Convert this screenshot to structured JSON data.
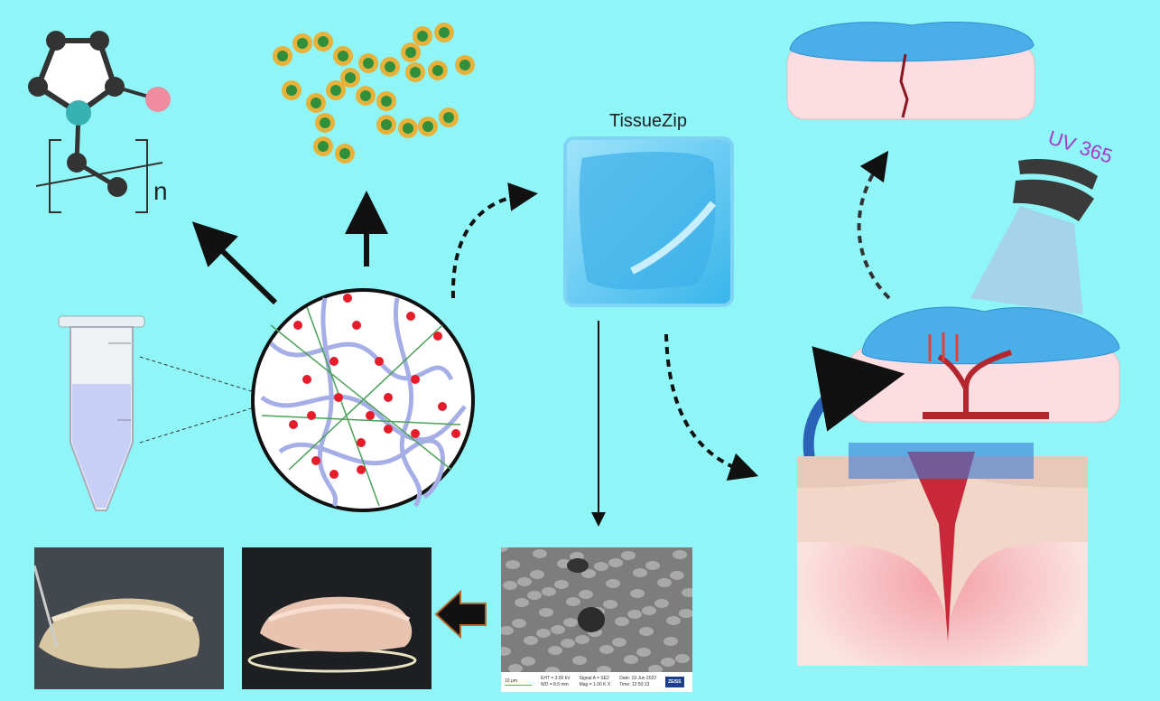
{
  "labels": {
    "product_name": "TissueZip",
    "polymer_repeat": "n",
    "uv_label": "UV 365"
  },
  "sem_info": {
    "scale": "10 µm",
    "eht": "EHT = 3.00 kV",
    "wd": "WD = 8.5 mm",
    "signal": "Signal A = SE2",
    "mag": "Mag = 1.00 K X",
    "date": "Date: 19 Jun 2022",
    "time": "Time: 12:50:13",
    "brand": "ZEISS"
  },
  "colors": {
    "background": "#8ff5f6",
    "hydrogel": "#4fc3ef",
    "tissue": "#f9d9dd",
    "wound": "#c8283a",
    "uv_text": "#a63bc8",
    "nanoparticle_shell": "#e8b23a",
    "nanoparticle_core": "#2f8f3a"
  }
}
